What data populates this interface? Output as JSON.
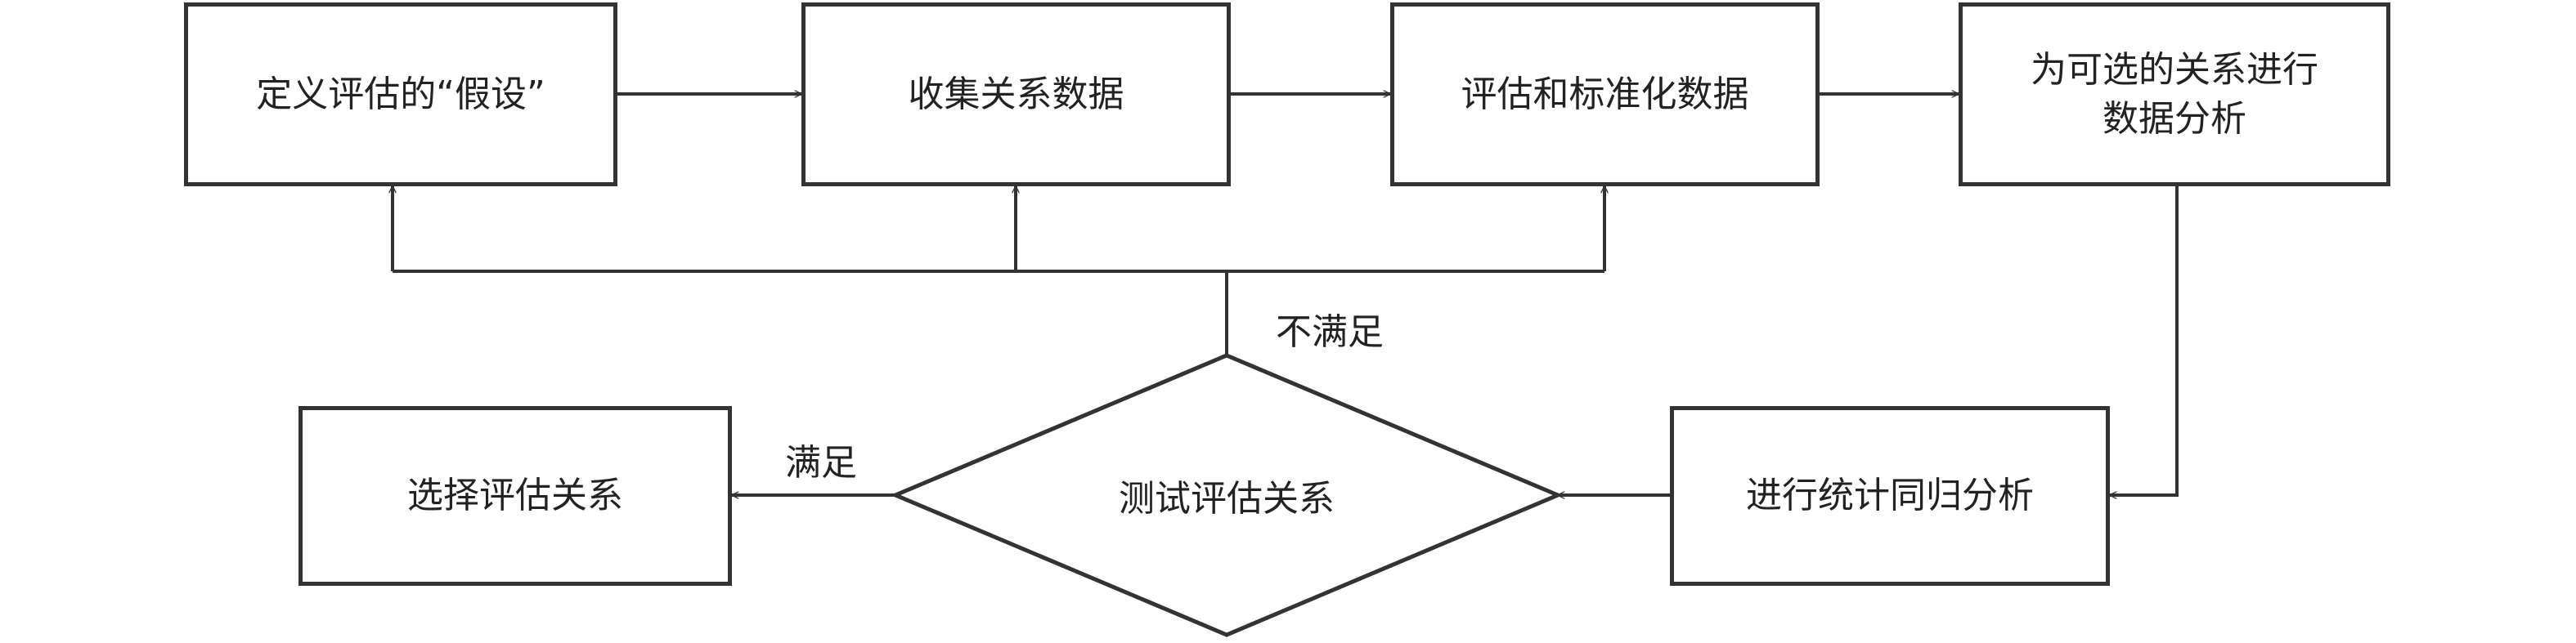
{
  "nodes": {
    "define_assumptions": "定义评估的“假设”",
    "collect_data": "收集关系数据",
    "evaluate_normalize": "评估和标准化数据",
    "data_analysis": [
      "为可选的关系进行",
      "数据分析"
    ],
    "regression_analysis": "进行统计同归分析",
    "test_relation": "测试评估关系",
    "select_relation": "选择评估关系"
  },
  "edge_labels": {
    "not_satisfied": "不满足",
    "satisfied": "满足"
  },
  "colors": {
    "stroke": "#333333",
    "text": "#222222",
    "background": "#ffffff"
  }
}
